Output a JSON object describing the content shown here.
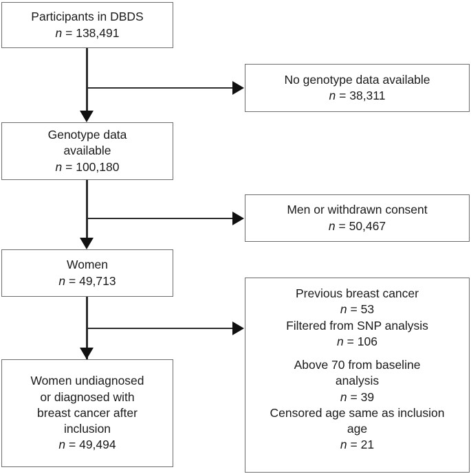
{
  "figure": {
    "type": "flowchart",
    "orientation": "top-to-bottom-with-right-exclusions",
    "colors": {
      "box_border": "#6b6b6b",
      "connector": "#2b2b2b",
      "arrow": "#111111",
      "background": "#ffffff",
      "text": "#1a1a1a"
    }
  },
  "nodes": {
    "participants": {
      "line1": "Participants in DBDS",
      "n_label": "n",
      "n_value": "= 138,491"
    },
    "no_genotype": {
      "line1": "No genotype data available",
      "n_label": "n",
      "n_value": "= 38,311"
    },
    "genotype_available": {
      "line1": "Genotype data",
      "line2": "available",
      "n_label": "n",
      "n_value": "= 100,180"
    },
    "men_withdrawn": {
      "line1": "Men or withdrawn consent",
      "n_label": "n",
      "n_value": "= 50,467"
    },
    "women": {
      "line1": "Women",
      "n_label": "n",
      "n_value": "= 49,713"
    },
    "exclusions": {
      "line1": "Previous breast cancer",
      "n_label1": "n",
      "n_value1": "= 53",
      "line2": "Filtered from SNP analysis",
      "n_label2": "n",
      "n_value2": "= 106",
      "line3a": "Above 70 from baseline",
      "line3b": "analysis",
      "n_label3": "n",
      "n_value3": "= 39",
      "line4a": "Censored age same as inclusion",
      "line4b": "age",
      "n_label4": "n",
      "n_value4": "= 21"
    },
    "final_cohort": {
      "line1": "Women undiagnosed",
      "line2": "or diagnosed with",
      "line3": "breast cancer after",
      "line4": "inclusion",
      "n_label": "n",
      "n_value": "= 49,494"
    }
  },
  "connectors": [
    {
      "name": "participants-to-genotype",
      "from": "participants",
      "to": "genotype_available",
      "direction": "down"
    },
    {
      "name": "branch-no-genotype",
      "from": "participants",
      "to": "no_genotype",
      "direction": "right"
    },
    {
      "name": "genotype-to-women",
      "from": "genotype_available",
      "to": "women",
      "direction": "down"
    },
    {
      "name": "branch-men-withdrawn",
      "from": "genotype_available",
      "to": "men_withdrawn",
      "direction": "right"
    },
    {
      "name": "women-to-final",
      "from": "women",
      "to": "final_cohort",
      "direction": "down"
    },
    {
      "name": "branch-exclusions",
      "from": "women",
      "to": "exclusions",
      "direction": "right"
    }
  ]
}
